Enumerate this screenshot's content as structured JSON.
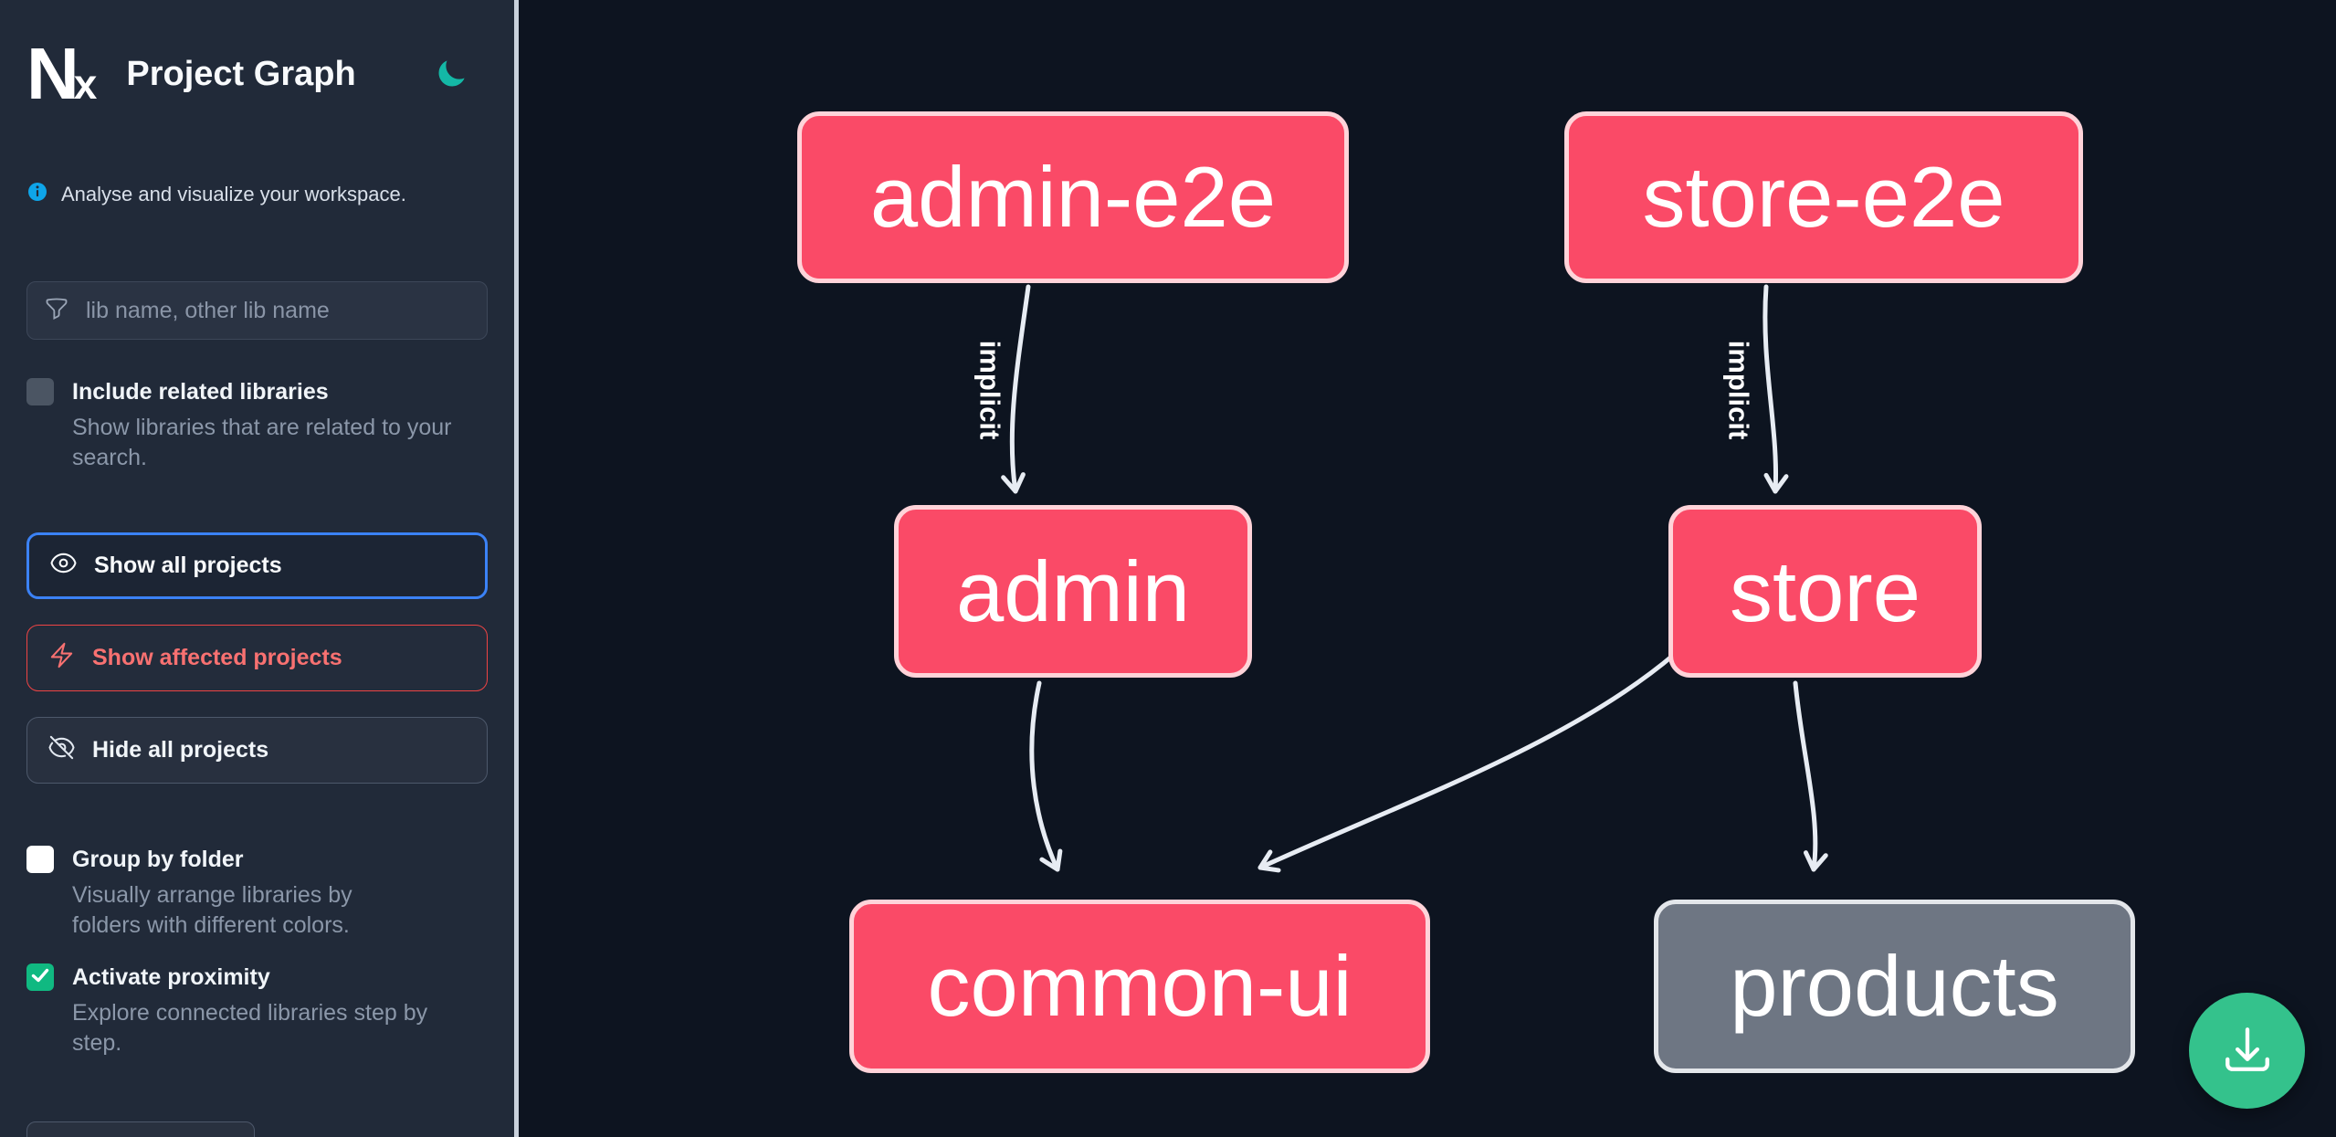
{
  "app": {
    "title": "Project Graph",
    "logo": {
      "n": "N",
      "x": "x"
    }
  },
  "sidebar": {
    "info_text": "Analyse and visualize your workspace.",
    "search": {
      "placeholder": "lib name, other lib name"
    },
    "include_related": {
      "label": "Include related libraries",
      "description": "Show libraries that are related to your search.",
      "checked": false,
      "disabled": true
    },
    "actions": {
      "show_all": "Show all projects",
      "show_affected": "Show affected projects",
      "hide_all": "Hide all projects"
    },
    "group_by_folder": {
      "label": "Group by folder",
      "description": "Visually arrange libraries by folders with different colors.",
      "checked": false
    },
    "activate_proximity": {
      "label": "Activate proximity",
      "description": "Explore connected libraries step by step.",
      "checked": true
    }
  },
  "graph": {
    "nodes": [
      {
        "id": "admin-e2e",
        "label": "admin-e2e",
        "style": "highlighted"
      },
      {
        "id": "store-e2e",
        "label": "store-e2e",
        "style": "highlighted"
      },
      {
        "id": "admin",
        "label": "admin",
        "style": "highlighted"
      },
      {
        "id": "store",
        "label": "store",
        "style": "highlighted"
      },
      {
        "id": "common-ui",
        "label": "common-ui",
        "style": "highlighted"
      },
      {
        "id": "products",
        "label": "products",
        "style": "muted"
      }
    ],
    "edges": [
      {
        "source": "admin-e2e",
        "target": "admin",
        "label": "implicit"
      },
      {
        "source": "store-e2e",
        "target": "store",
        "label": "implicit"
      },
      {
        "source": "admin",
        "target": "common-ui",
        "label": ""
      },
      {
        "source": "store",
        "target": "common-ui",
        "label": ""
      },
      {
        "source": "store",
        "target": "products",
        "label": ""
      }
    ]
  },
  "icons": {
    "theme_toggle": "moon-icon",
    "info": "info-circle-icon",
    "search": "funnel-icon",
    "show_all": "eye-icon",
    "show_affected": "bolt-icon",
    "hide_all": "eye-slash-icon",
    "checkbox_checked": "check-icon",
    "fab": "download-icon"
  },
  "colors": {
    "sidebar_bg": "#212a39",
    "canvas_bg": "#0d1420",
    "node_primary": "#fa4a67",
    "node_muted": "#6e7683",
    "edge": "#e7ecf3",
    "fab": "#34c28c",
    "focus_ring": "#3b82f6",
    "danger": "#ef4444",
    "checkbox_checked": "#10b981",
    "moon": "#14b8a6"
  }
}
